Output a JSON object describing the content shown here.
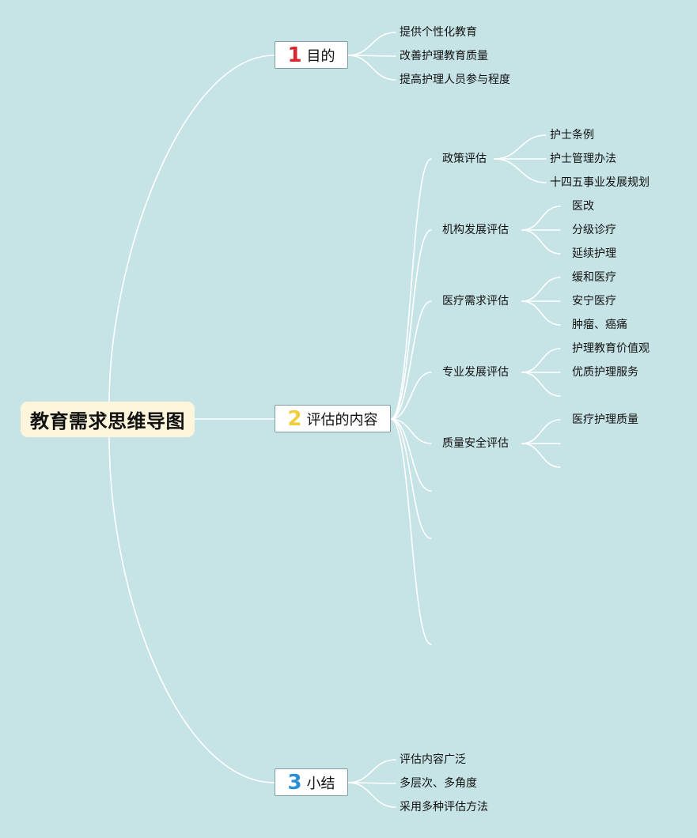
{
  "root": {
    "title": "教育需求思维导图"
  },
  "branches": [
    {
      "number": "1",
      "label": "目的",
      "number_color": "#d9262f",
      "leaves": [
        "提供个性化教育",
        "改善护理教育质量",
        "提高护理人员参与程度"
      ]
    },
    {
      "number": "2",
      "label": "评估的内容",
      "number_color": "#f0cf3c",
      "topics": [
        {
          "label": "政策评估",
          "leaves": [
            "护士条例",
            "护士管理办法",
            "十四五事业发展规划"
          ]
        },
        {
          "label": "机构发展评估",
          "leaves": [
            "医改",
            "分级诊疗",
            "延续护理"
          ]
        },
        {
          "label": "医疗需求评估",
          "leaves": [
            "缓和医疗",
            "安宁医疗",
            "肿瘤、癌痛"
          ]
        },
        {
          "label": "专业发展评估",
          "leaves": [
            "护理教育价值观",
            "优质护理服务"
          ]
        },
        {
          "label": "质量安全评估",
          "leaves": [
            "医疗护理质量"
          ]
        }
      ]
    },
    {
      "number": "3",
      "label": "小结",
      "number_color": "#2a8fd6",
      "leaves": [
        "评估内容广泛",
        "多层次、多角度",
        "采用多种评估方法"
      ]
    }
  ]
}
